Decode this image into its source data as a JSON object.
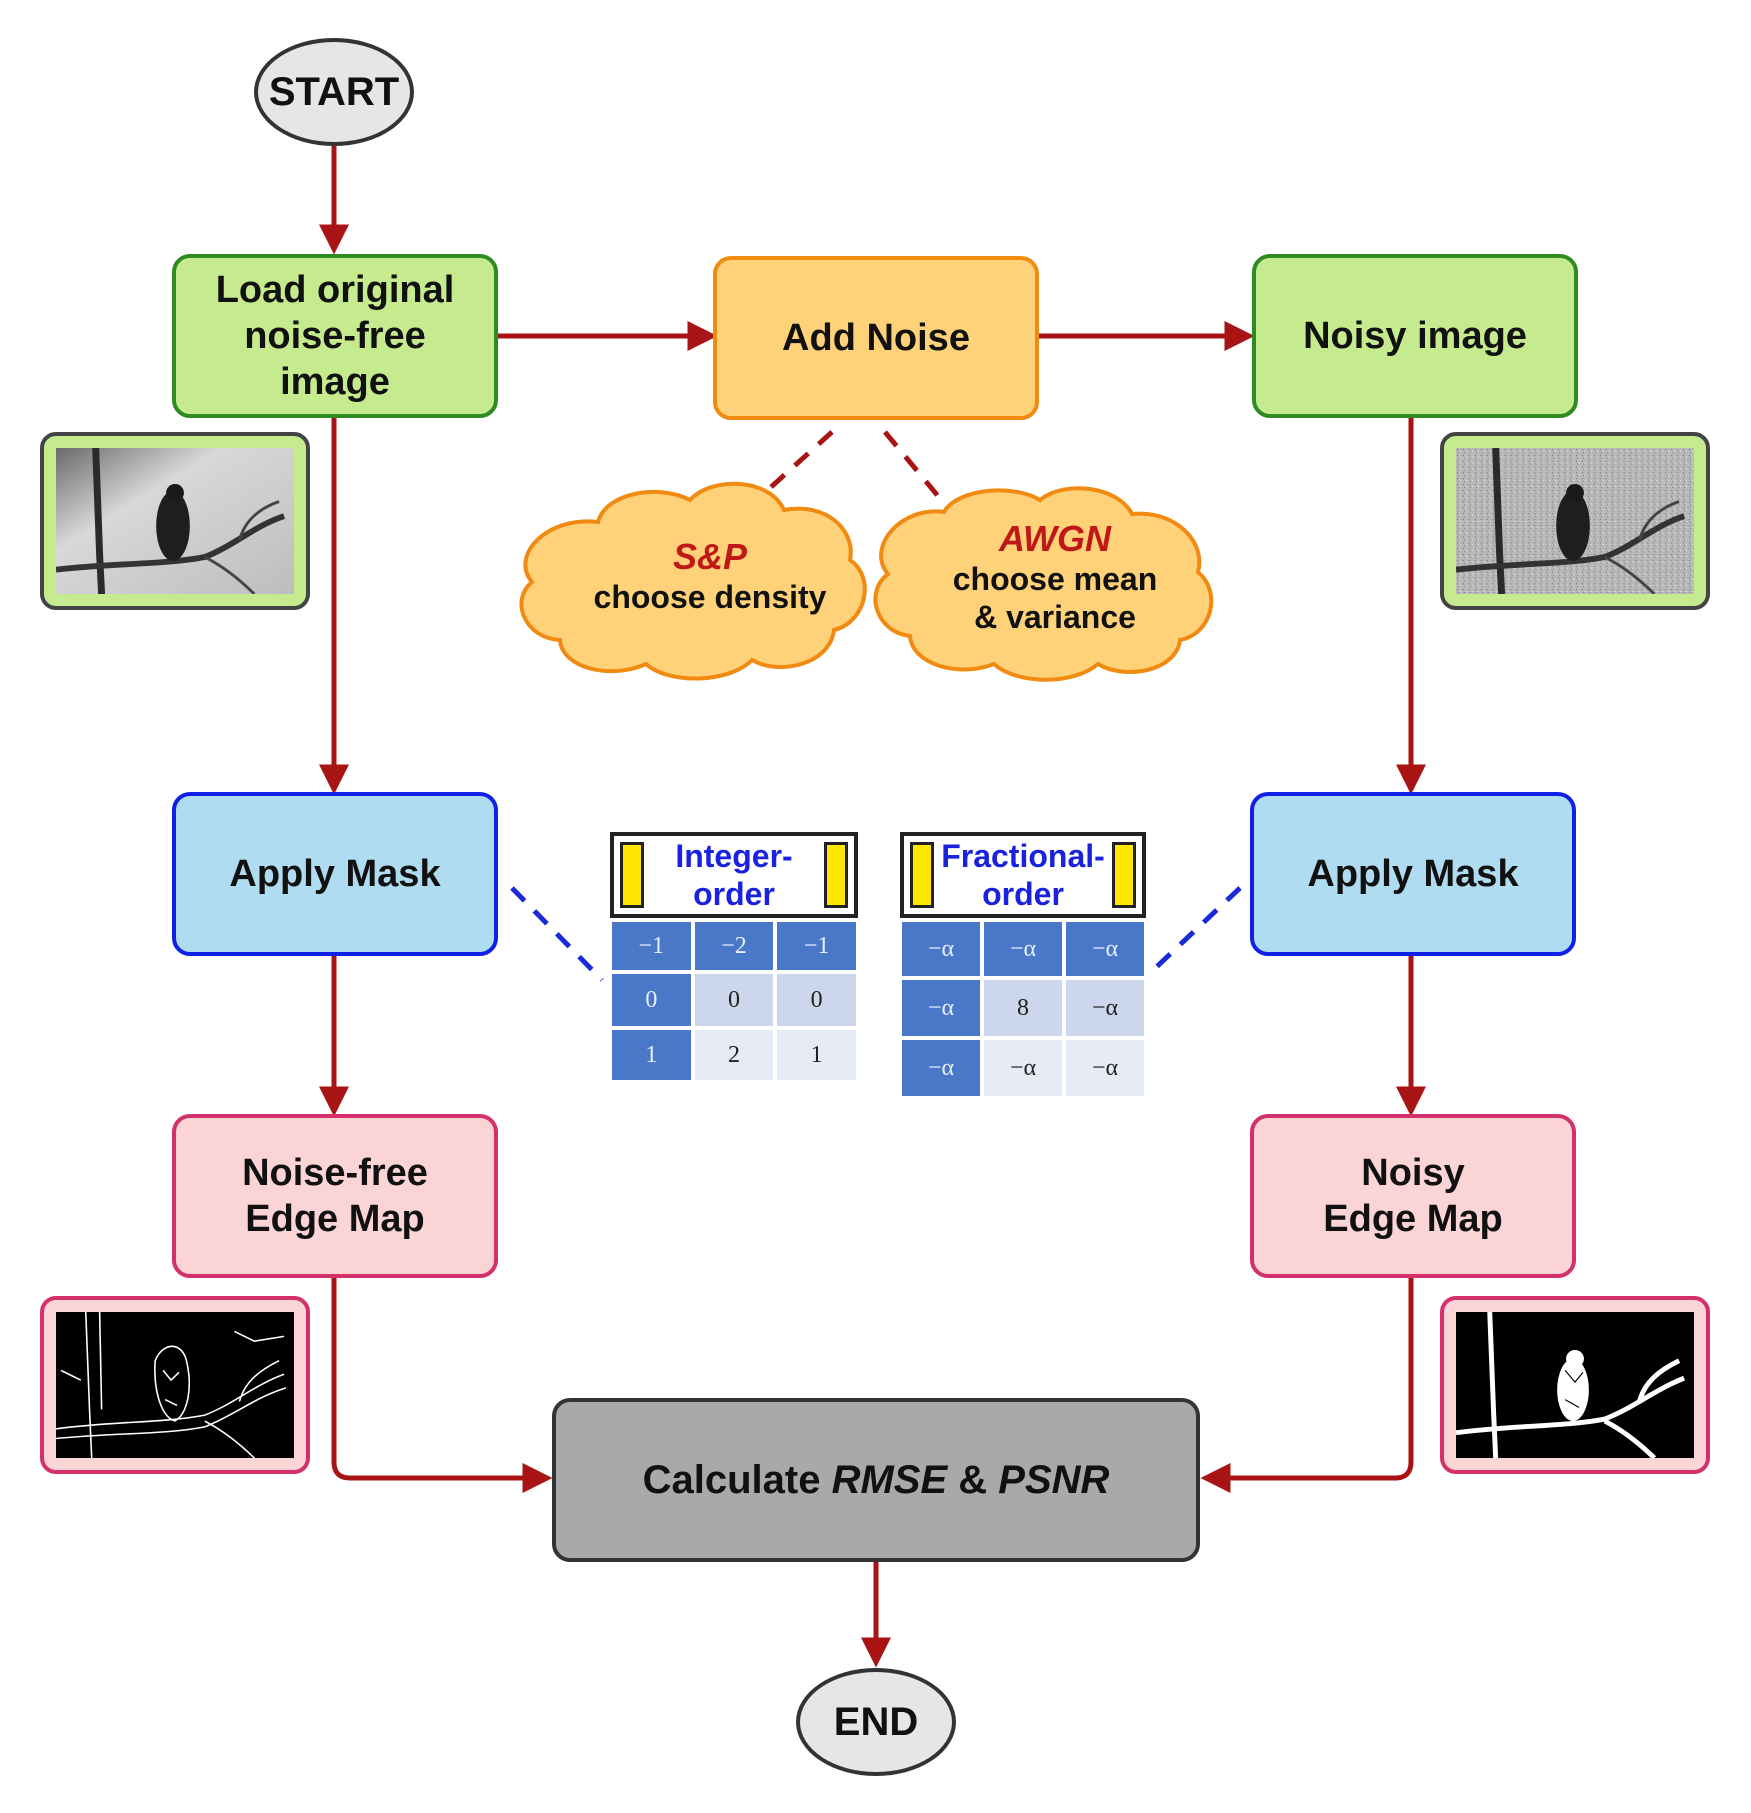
{
  "nodes": {
    "start": "START",
    "load": [
      "Load original",
      "noise-free",
      "image"
    ],
    "add_noise": "Add Noise",
    "noisy": "Noisy image",
    "sp_title": "S&P",
    "sp_sub": "choose density",
    "awgn_title": "AWGN",
    "awgn_sub": [
      "choose mean",
      "& variance"
    ],
    "mask_left": "Apply Mask",
    "mask_right": "Apply Mask",
    "edge_left": [
      "Noise-free",
      "Edge Map"
    ],
    "edge_right": [
      "Noisy",
      "Edge Map"
    ],
    "calc_pre": "Calculate ",
    "calc_rmse": "RMSE",
    "calc_amp": " & ",
    "calc_psnr": "PSNR",
    "end": "END"
  },
  "masks": {
    "integer": {
      "title": [
        "Integer-",
        "order"
      ],
      "rows": [
        [
          "−1",
          "−2",
          "−1"
        ],
        [
          "0",
          "0",
          "0"
        ],
        [
          "1",
          "2",
          "1"
        ]
      ]
    },
    "fractional": {
      "title": [
        "Fractional-",
        "order"
      ],
      "rows": [
        [
          "−α",
          "−α",
          "−α"
        ],
        [
          "−α",
          "8",
          "−α"
        ],
        [
          "−α",
          "−α",
          "−α"
        ]
      ]
    }
  },
  "colors": {
    "arrow": "#a81414",
    "dashed_red": "#a81414",
    "dashed_blue": "#1a2ad8"
  }
}
